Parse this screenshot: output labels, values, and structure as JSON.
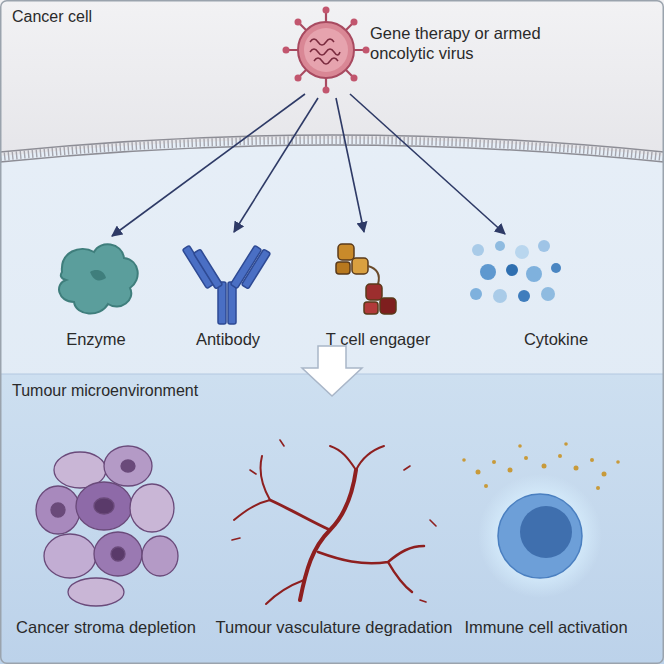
{
  "diagram": {
    "nodes": [
      {
        "text": [
          "Cancer cell"
        ]
      },
      {
        "text": [
          "Tumour microenvironment"
        ]
      }
    ],
    "labels": [
      "Gene therapy or armed oncolytic virus",
      "Enzyme",
      "Antibody",
      "T cell engager",
      "Cytokine",
      "Cancer stroma depletion",
      "Tumour vasculature degradation",
      "Immune cell activation"
    ]
  }
}
